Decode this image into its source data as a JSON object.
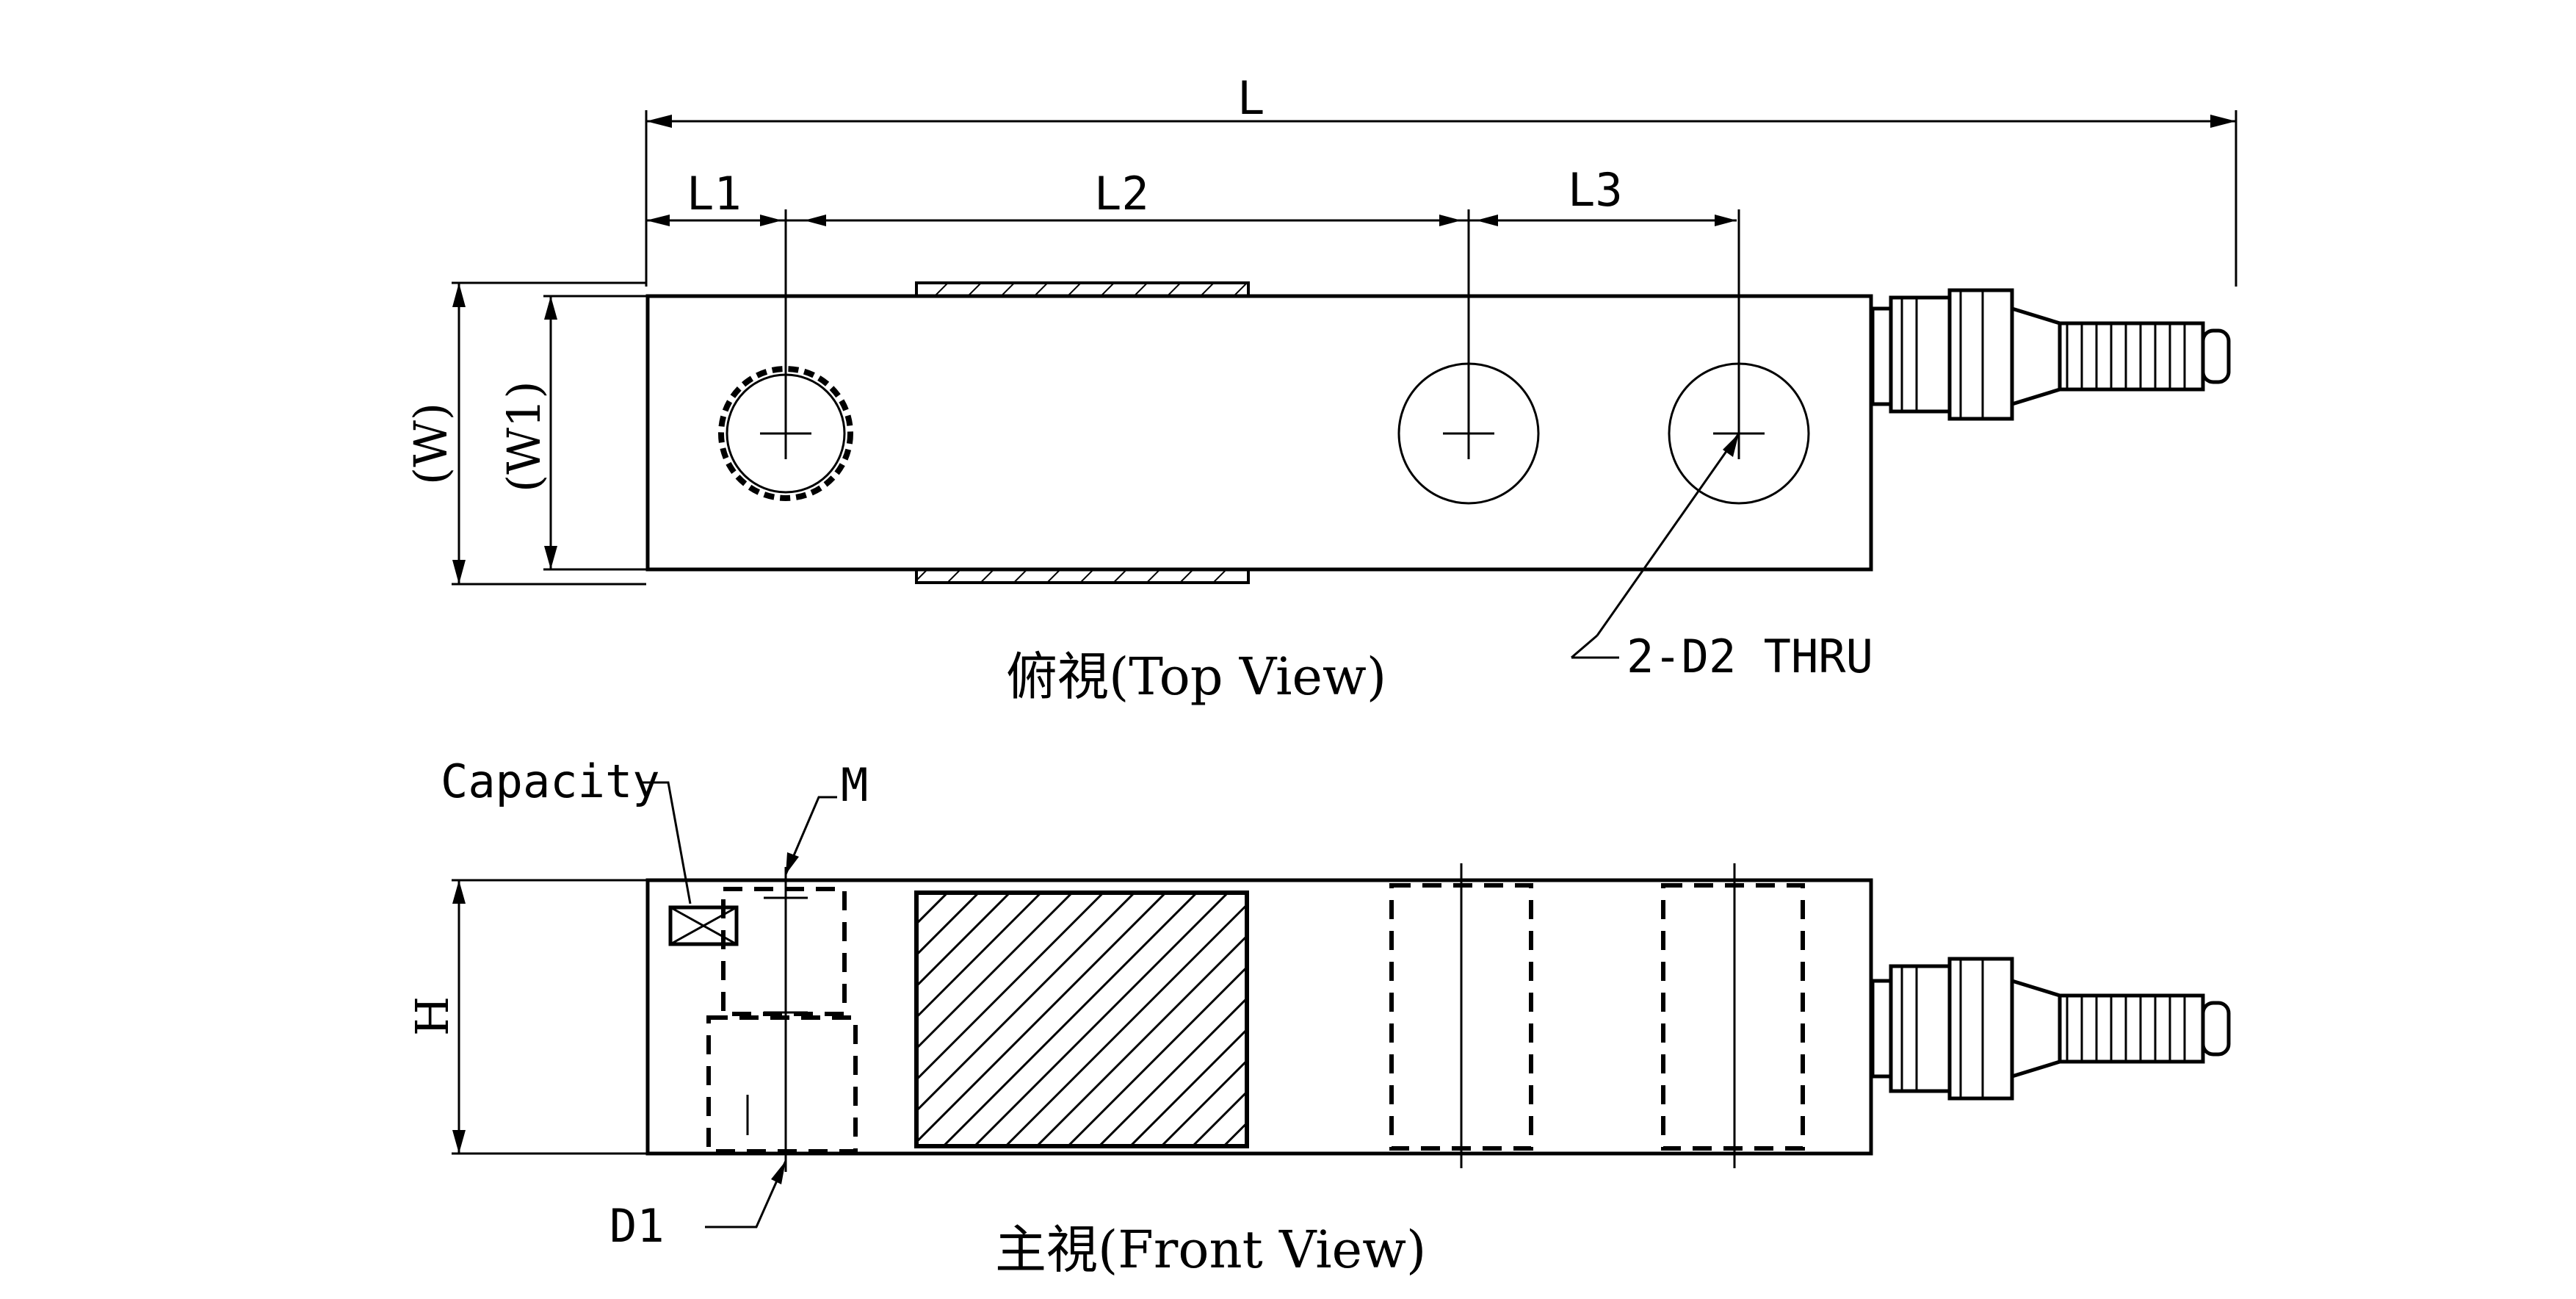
{
  "dimensions": {
    "L": "L",
    "L1": "L1",
    "L2": "L2",
    "L3": "L3",
    "W": "(W)",
    "W1": "(W1)",
    "H": "H",
    "D1": "D1",
    "M": "M",
    "holes_note": "2-D2 THRU",
    "capacity": "Capacity"
  },
  "views": {
    "top": "俯視(Top View)",
    "front": "主視(Front View)"
  }
}
